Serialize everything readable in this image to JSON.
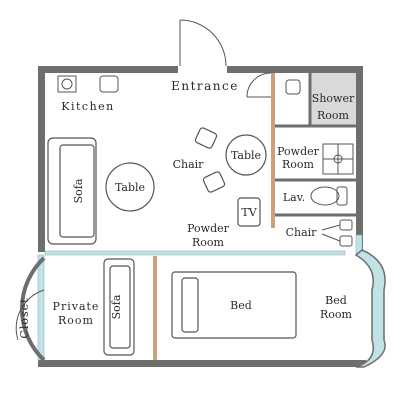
{
  "rooms": {
    "kitchen": "Kitchen",
    "entrance": "Entrance",
    "shower_room": [
      "Shower",
      "Room"
    ],
    "powder_room_top": [
      "Powder",
      "Room"
    ],
    "lav": "Lav.",
    "powder_room_mid": [
      "Powder",
      "Room"
    ],
    "private_room": [
      "Private",
      "Room"
    ],
    "closet": "Closet",
    "bed_room": [
      "Bed",
      "Room"
    ]
  },
  "furniture": {
    "sofa_living": "Sofa",
    "table_living": "Table",
    "table_small": "Table",
    "chair_living": "Chair",
    "tv": "TV",
    "chair_right": "Chair",
    "sofa_private": "Sofa",
    "bed": "Bed"
  },
  "colors": {
    "wall": "#6e6e6e",
    "floor": "#ffffff",
    "shower_floor": "#d9d9d9",
    "window": "#bfe3e6",
    "partition": "#c9a27a",
    "line": "#555555"
  }
}
